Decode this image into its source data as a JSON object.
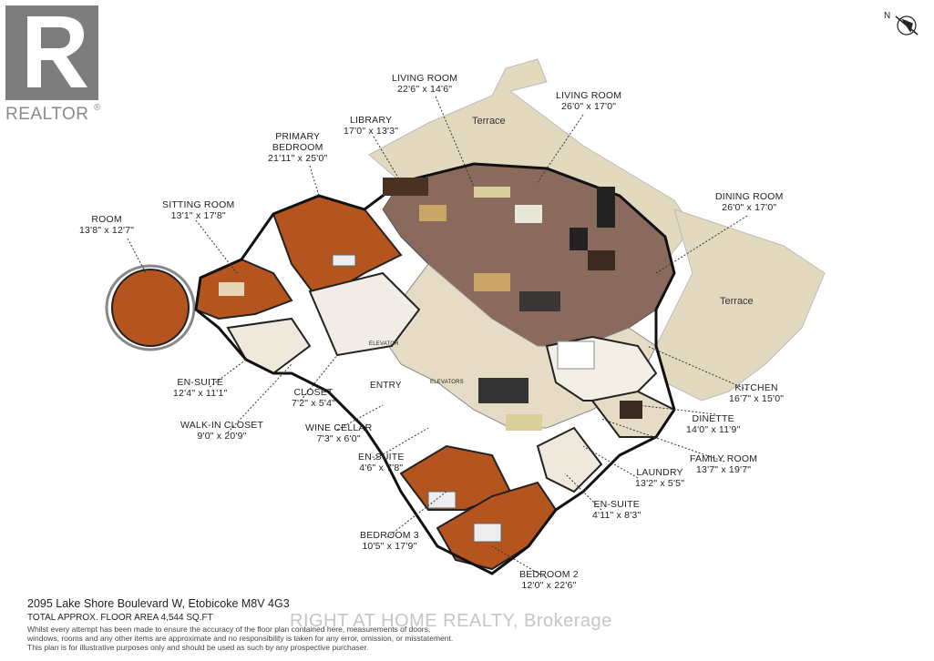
{
  "branding": {
    "logo_text": "REALTOR",
    "watermark": "RIGHT AT HOME REALTY, Brokerage"
  },
  "compass": {
    "label": "N"
  },
  "rooms": [
    {
      "key": "living1",
      "name": "LIVING ROOM",
      "dim": "22'6\" x 14'6\""
    },
    {
      "key": "living2",
      "name": "LIVING ROOM",
      "dim": "26'0\" x 17'0\""
    },
    {
      "key": "library",
      "name": "LIBRARY",
      "dim": "17'0\" x 13'3\""
    },
    {
      "key": "primary",
      "name": "PRIMARY\nBEDROOM",
      "dim": "21'11\" x 25'0\""
    },
    {
      "key": "sitting",
      "name": "SITTING ROOM",
      "dim": "13'1\" x 17'8\""
    },
    {
      "key": "room",
      "name": "ROOM",
      "dim": "13'8\" x 12'7\""
    },
    {
      "key": "dining",
      "name": "DINING ROOM",
      "dim": "26'0\" x 17'0\""
    },
    {
      "key": "ensuite1",
      "name": "EN-SUITE",
      "dim": "12'4\" x 11'1\""
    },
    {
      "key": "closet",
      "name": "CLOSET",
      "dim": "7'2\" x 5'4\""
    },
    {
      "key": "walkin",
      "name": "WALK-IN CLOSET",
      "dim": "9'0\" x 20'9\""
    },
    {
      "key": "wine",
      "name": "WINE CELLAR",
      "dim": "7'3\" x 6'0\""
    },
    {
      "key": "ensuite2",
      "name": "EN-SUITE",
      "dim": "4'6\" x 7'8\""
    },
    {
      "key": "kitchen",
      "name": "KITCHEN",
      "dim": "16'7\" x 15'0\""
    },
    {
      "key": "dinette",
      "name": "DINETTE",
      "dim": "14'0\" x 11'9\""
    },
    {
      "key": "family",
      "name": "FAMILY ROOM",
      "dim": "13'7\" x 19'7\""
    },
    {
      "key": "laundry",
      "name": "LAUNDRY",
      "dim": "13'2\" x 5'5\""
    },
    {
      "key": "ensuite3",
      "name": "EN-SUITE",
      "dim": "4'11\" x 8'3\""
    },
    {
      "key": "bed3",
      "name": "BEDROOM 3",
      "dim": "10'5\" x 17'9\""
    },
    {
      "key": "bed2",
      "name": "BEDROOM 2",
      "dim": "12'0\" x 22'6\""
    }
  ],
  "inline_labels": {
    "entry": "ENTRY",
    "elevator": "ELEVATOR",
    "elevators": "ELEVATORS",
    "terrace1": "Terrace",
    "terrace2": "Terrace"
  },
  "footer": {
    "address": "2095 Lake Shore Boulevard W, Etobicoke M8V 4G3",
    "area": "TOTAL APPROX. FLOOR AREA 4,544 SQ.FT",
    "disclaimer1": "Whilst every attempt has been made to ensure the accuracy of the floor plan contained here, measurements of doors,",
    "disclaimer2": "windows, rooms and any other items are approximate and no responsibility is taken for any error, omission, or misstatement.",
    "disclaimer3": "This plan is for illustrative purposes only and should be used as such by any prospective purchaser."
  },
  "colors": {
    "wood": "#b4541f",
    "tile": "#e3d9bf",
    "dark_floor": "#8a6a5c",
    "wall": "#ffffff",
    "wall_edge": "#1a1a1a",
    "logo": "#7d7d7d"
  }
}
